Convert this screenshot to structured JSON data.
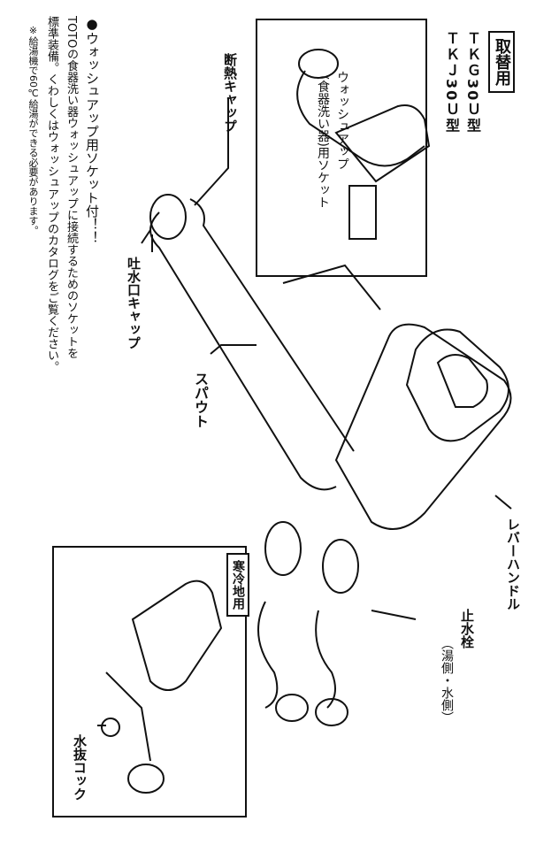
{
  "replacement_label": "取替用",
  "models": [
    "ＴＫＧ30Ｕ型",
    "ＴＫＪ30Ｕ型"
  ],
  "callouts": {
    "socket": [
      "ウォッシュアップ",
      "(食器洗い器)用ソケット"
    ],
    "heat_cap": "断熱キャップ",
    "spout_cap": "吐水口キャップ",
    "spout": "スパウト",
    "lever": "レバーハンドル",
    "stop_valve": [
      "止水栓",
      "（湯側・水側）"
    ],
    "cold_region": "寒冷地用",
    "drain_cock": "水抜コック"
  },
  "notes": {
    "bullet_head": "●ウォッシュアップ用ソケット付！！",
    "line2": "TOTOの食器洗い器ウォッシュアップに接続するためのソケットを",
    "line3": "標準装備。くわしくはウォッシュアップのカタログをご覧ください。",
    "line4": "※給湯機で60℃給湯ができる必要があります。"
  }
}
